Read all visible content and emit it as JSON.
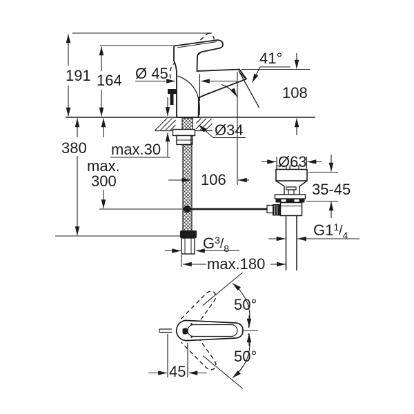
{
  "labels": {
    "height_total": "191",
    "height_to_handle": "164",
    "body_diameter": "Ø 45",
    "spout_angle": "41°",
    "spout_height": "108",
    "hole_diameter": "Ø34",
    "deck_max": "max.30",
    "hose_length": "380",
    "rod_max_line1": "max.",
    "rod_max_line2": "300",
    "spout_projection": "106",
    "waste_cap_diameter": "Ø63",
    "waste_depth_range": "35-45",
    "waste_thread": {
      "prefix": "G1",
      "numerator": "1",
      "slash": "/",
      "denominator": "4"
    },
    "supply_thread": {
      "prefix": "G",
      "numerator": "3",
      "slash": "/",
      "denominator": "8"
    },
    "spacing_max": "max.180",
    "handle_swing_up": "50°",
    "handle_swing_down": "50°",
    "handle_offset": "45"
  },
  "colors": {
    "line": "#1b1b1b",
    "background": "#ffffff"
  }
}
